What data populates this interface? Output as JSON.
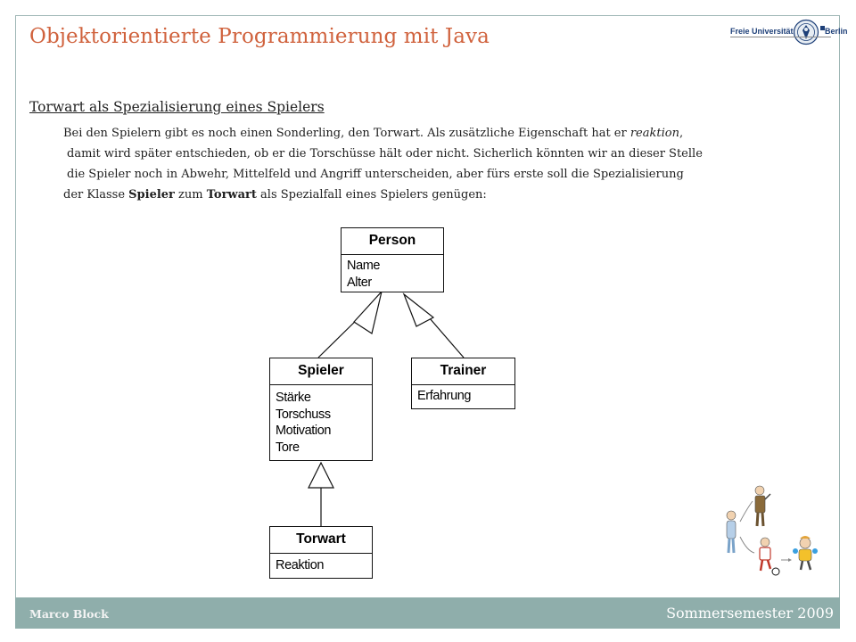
{
  "slide": {
    "title": "Objektorientierte Programmierung mit Java",
    "logo_text_left": "Freie Universität",
    "logo_text_right": "Berlin",
    "subtitle": "Torwart als Spezialisierung eines Spielers",
    "paragraph": {
      "l1_a": "Bei den Spielern gibt es noch einen Sonderling, den Torwart. Als zusätzliche Eigenschaft hat er ",
      "l1_em": "reaktion",
      "l1_b": ",",
      "l2": "damit wird später entschieden, ob er die Torschüsse hält oder nicht. Sicherlich könnten wir an dieser Stelle",
      "l3": "die Spieler noch in Abwehr, Mittelfeld und Angriff unterscheiden, aber fürs erste soll die Spezialisierung",
      "l4_a": "der Klasse ",
      "l4_b1": "Spieler",
      "l4_c": " zum ",
      "l4_b2": "Torwart",
      "l4_d": " als Spezialfall eines Spielers genügen:"
    },
    "footer_left": "Marco Block",
    "footer_right": "Sommersemester 2009"
  },
  "uml": {
    "person": {
      "name": "Person",
      "attrs": [
        "Name",
        "Alter"
      ]
    },
    "spieler": {
      "name": "Spieler",
      "attrs": [
        "Stärke",
        "Torschuss",
        "Motivation",
        "Tore"
      ]
    },
    "trainer": {
      "name": "Trainer",
      "attrs": [
        "Erfahrung"
      ]
    },
    "torwart": {
      "name": "Torwart",
      "attrs": [
        "Reaktion"
      ]
    }
  },
  "colors": {
    "title": "#d0623d",
    "footer": "#8faeab",
    "frame": "#9fb7b5",
    "logo_blue": "#1d3f78"
  },
  "icons": [
    "university-seal-icon",
    "people-clipart-icon"
  ]
}
